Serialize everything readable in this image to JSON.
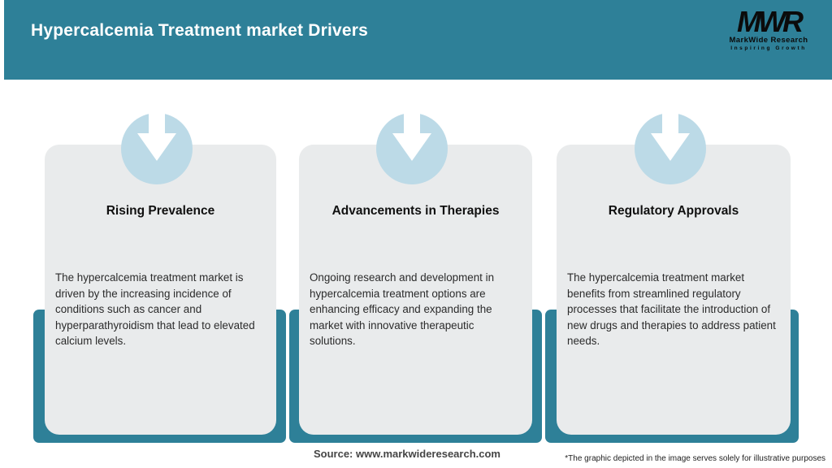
{
  "header": {
    "title": "Hypercalcemia Treatment market Drivers",
    "background_color": "#2E8098",
    "logo": {
      "acronym": "MWR",
      "name": "MarkWide Research",
      "tagline": "Inspiring Growth"
    }
  },
  "cards": [
    {
      "icon": "down-arrow",
      "title": "Rising Prevalence",
      "description": "The hypercalcemia treatment market is driven by the increasing incidence of conditions such as cancer and hyperparathyroidism that lead to elevated calcium levels."
    },
    {
      "icon": "down-arrow",
      "title": "Advancements in Therapies",
      "description": "Ongoing research and development in hypercalcemia treatment options are enhancing efficacy and expanding the market with innovative therapeutic solutions."
    },
    {
      "icon": "down-arrow",
      "title": "Regulatory Approvals",
      "description": "The hypercalcemia treatment market benefits from streamlined regulatory processes that facilitate the introduction of new drugs and therapies to address patient needs."
    }
  ],
  "footer": {
    "source": "Source: www.markwideresearch.com",
    "disclaimer": "*The graphic depicted in the image serves solely for illustrative purposes"
  },
  "colors": {
    "teal": "#2E8098",
    "card_background": "#E9EBEC",
    "arrow_circle": "#BCDAE7",
    "arrow": "#FFFFFF"
  }
}
